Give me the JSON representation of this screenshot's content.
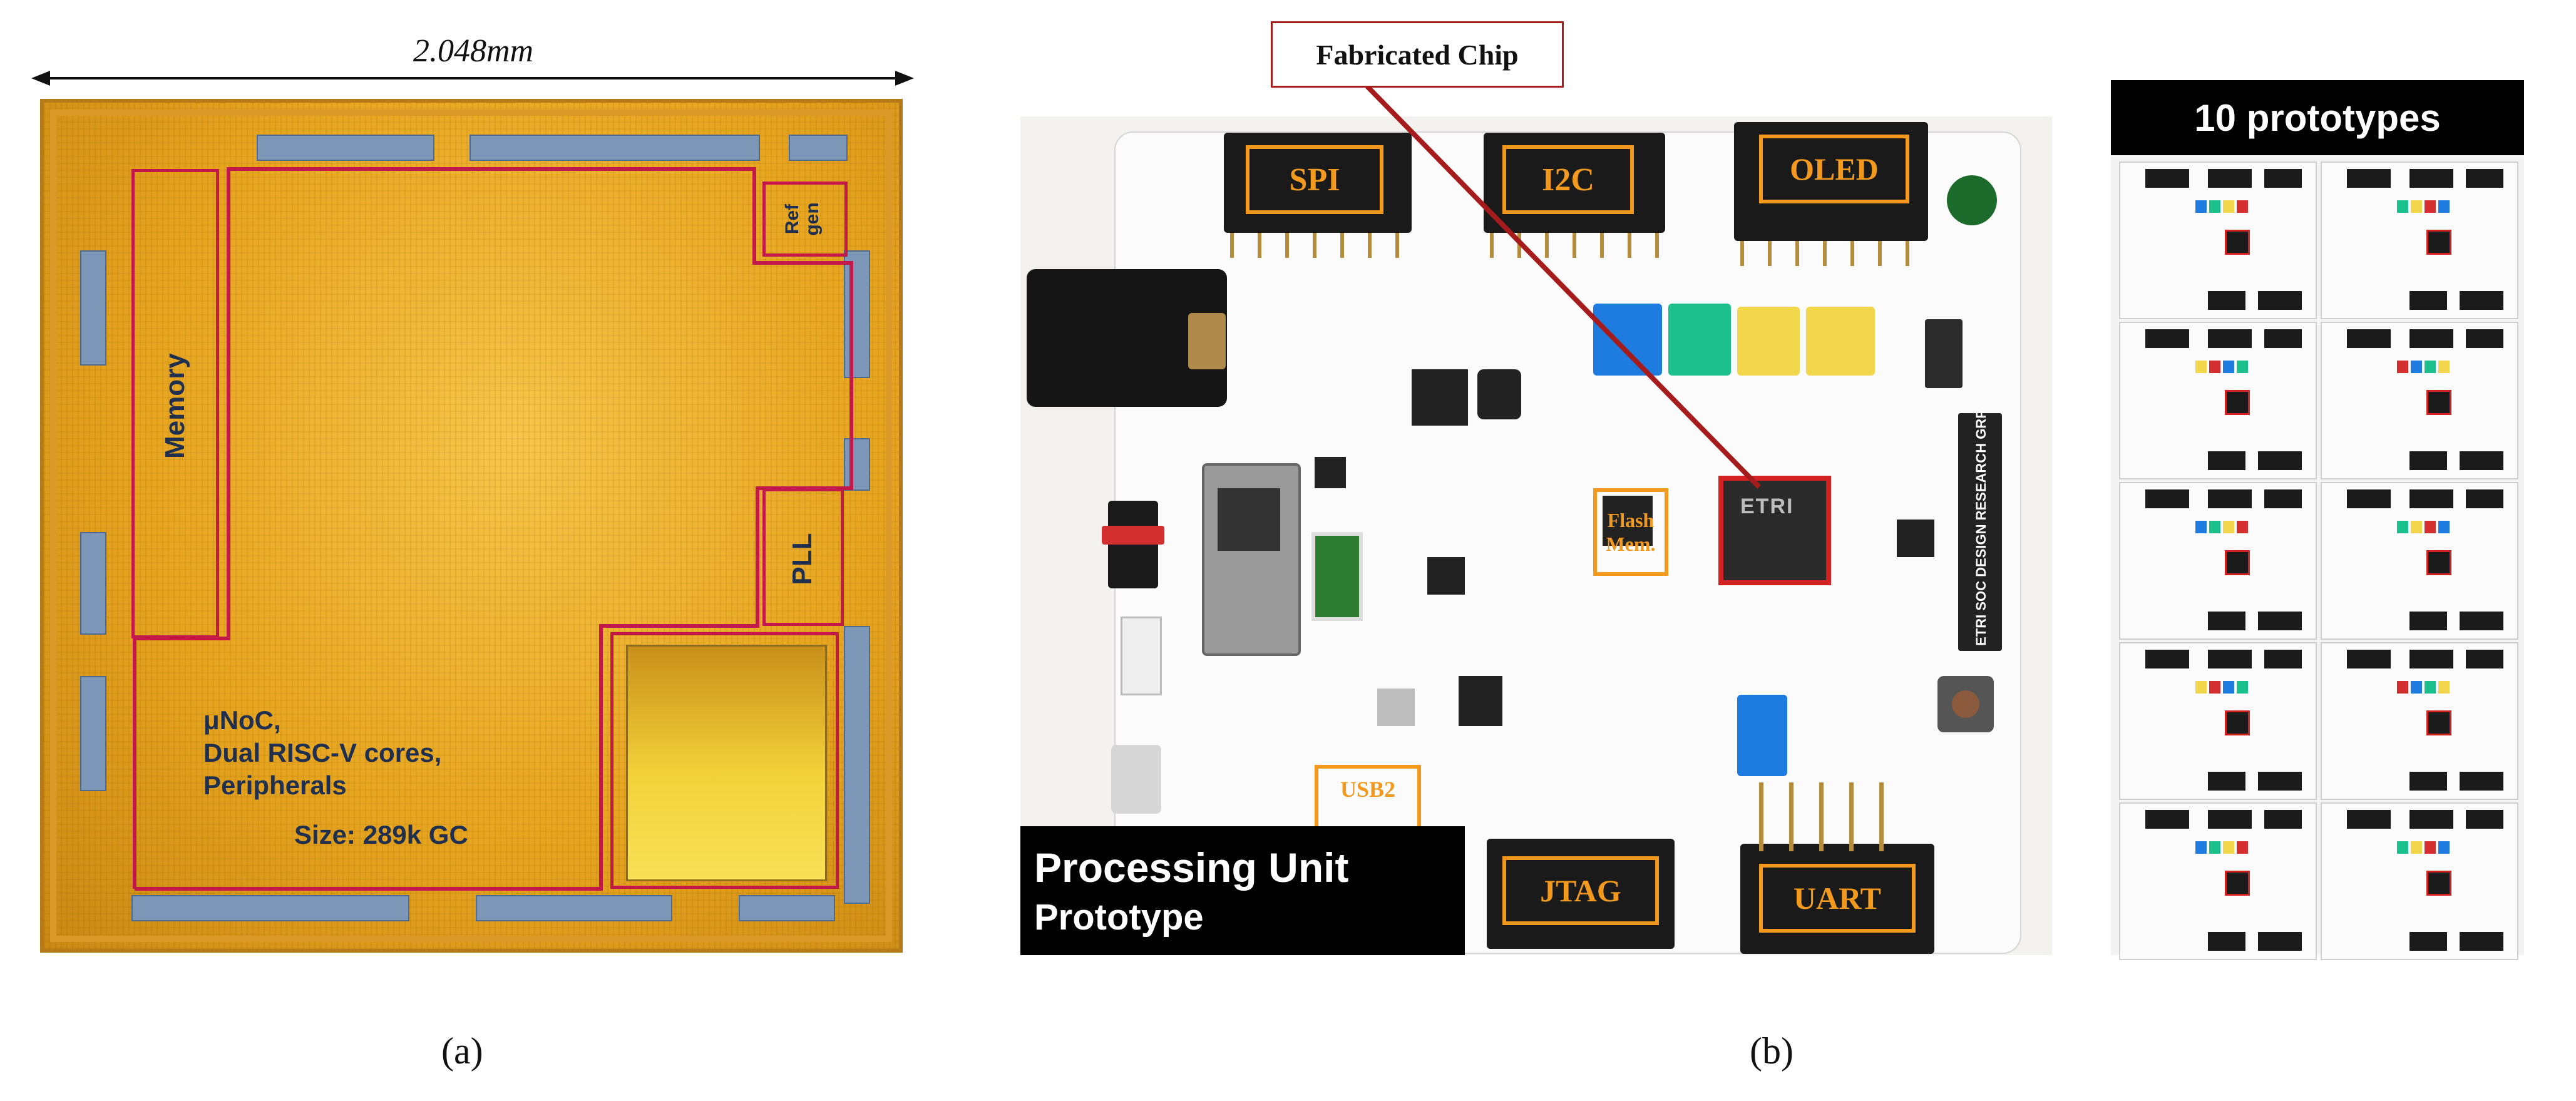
{
  "panel_a": {
    "width_label": "2.048mm",
    "memory_label": "Memory",
    "refgen_label_1": "Ref",
    "refgen_label_2": "gen",
    "pll_label": "PLL",
    "core_line_1": "μNoC,",
    "core_line_2": "Dual RISC-V cores,",
    "core_line_3": "Peripherals",
    "size_label": "Size: 289k GC",
    "caption": "(a)"
  },
  "panel_b": {
    "callout": "Fabricated Chip",
    "spi": "SPI",
    "i2c": "I2C",
    "oled": "OLED",
    "flash_1": "Flash",
    "flash_2": "Mem.",
    "usb_1": "USB2",
    "jtag": "JTAG",
    "uart": "UART",
    "chip_brand": "ETRI",
    "board_brand_1": "ETRI",
    "board_brand_2": "SOC DESIGN RESEARCH GRP",
    "overlay_title": "Processing Unit",
    "overlay_subtitle": "Prototype",
    "caption": "(b)"
  },
  "panel_c": {
    "title": "10 prototypes",
    "count": 10
  },
  "colors": {
    "die_gold": "#e7a51f",
    "highlight_red": "#c2184a",
    "callout_red": "#a61c1c",
    "label_orange": "#f39a1e",
    "overlay_black": "#000000"
  }
}
